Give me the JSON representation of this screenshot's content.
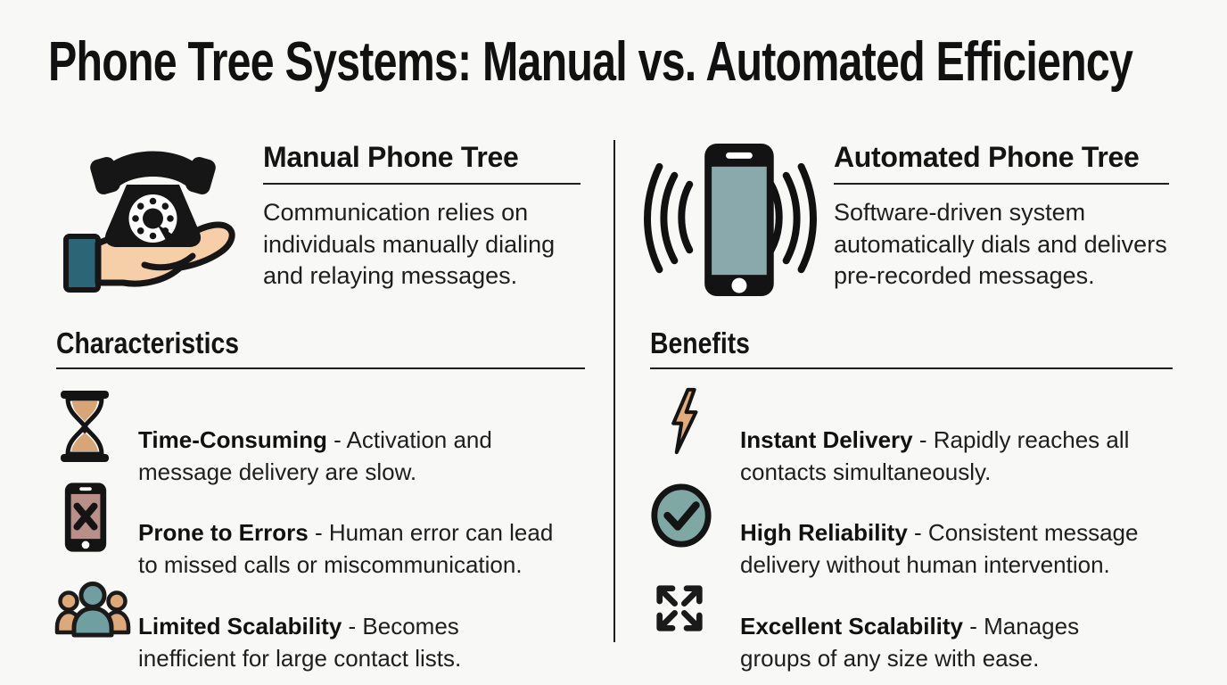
{
  "title": "Phone Tree Systems: Manual vs. Automated Efficiency",
  "colors": {
    "background": "#f8f8f6",
    "text": "#1a1a1a",
    "teal": "#6f9fa1",
    "teal_dark": "#2c6576",
    "screen_teal": "#8aa9ac",
    "tan": "#dda87a",
    "peach": "#f6cfa9",
    "rose": "#b98f88"
  },
  "left": {
    "icon": "hand-holding-rotary-phone-icon",
    "heading": "Manual Phone Tree",
    "description": "Communication relies on\nindividuals manually dialing\nand relaying messages.",
    "section": {
      "heading": "Characteristics",
      "items": [
        {
          "icon": "hourglass-icon",
          "term": "Time-Consuming",
          "rest": " - Activation and\nmessage delivery are slow."
        },
        {
          "icon": "phone-error-icon",
          "term": "Prone to Errors",
          "rest": " - Human error can lead\nto missed calls or miscommunication."
        },
        {
          "icon": "people-group-icon",
          "term": "Limited Scalability",
          "rest": " - Becomes\ninefficient for large contact lists."
        }
      ]
    }
  },
  "right": {
    "icon": "vibrating-smartphone-icon",
    "heading": "Automated Phone Tree",
    "description": "Software-driven system\nautomatically dials and delivers\npre-recorded messages.",
    "section": {
      "heading": "Benefits",
      "items": [
        {
          "icon": "lightning-bolt-icon",
          "term": "Instant Delivery",
          "rest": " - Rapidly reaches all\ncontacts simultaneously."
        },
        {
          "icon": "check-circle-icon",
          "term": "High Reliability",
          "rest": " - Consistent message\ndelivery without human intervention."
        },
        {
          "icon": "expand-arrows-icon",
          "term": "Excellent Scalability",
          "rest": " - Manages\ngroups of any size with ease."
        }
      ]
    }
  }
}
